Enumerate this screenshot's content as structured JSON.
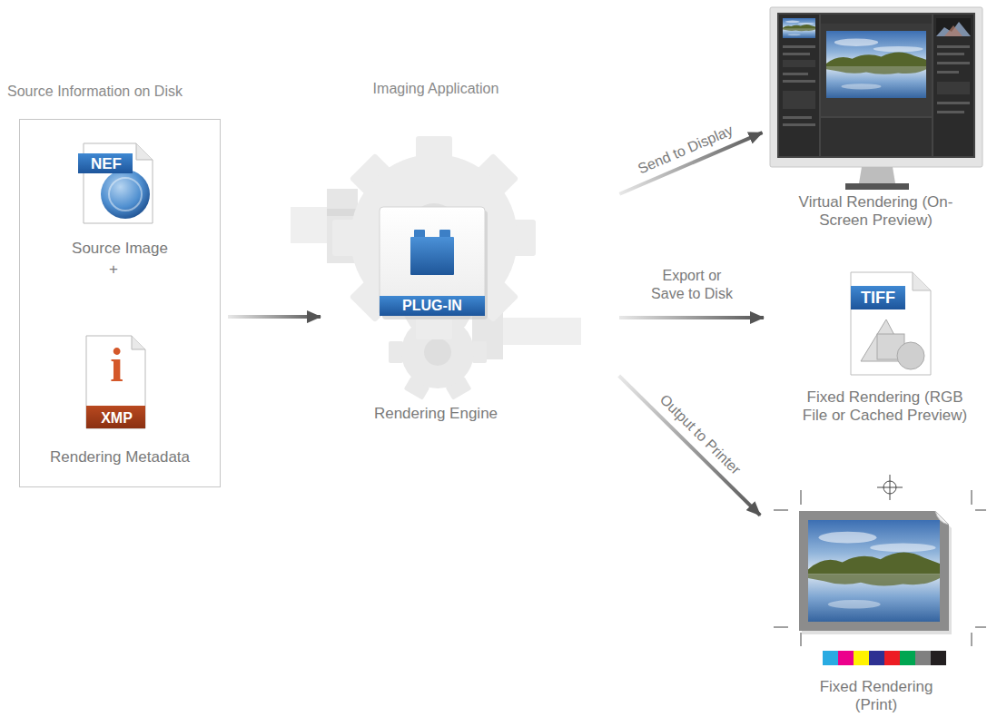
{
  "diagram": {
    "nodes": [
      {
        "text": [
          "Source Information on Disk"
        ]
      },
      {
        "text": [
          "NEF",
          "Source Image"
        ],
        "in": 0
      },
      {
        "text": [
          "i",
          "XMP",
          "Rendering Metadata"
        ],
        "in": 0
      },
      {
        "text": [
          "Imaging Application",
          "PLUG-IN",
          "Rendering Engine"
        ]
      },
      {
        "text": [
          "Virtual Rendering (On-Screen Preview)"
        ]
      },
      {
        "text": [
          "TIFF",
          "Fixed Rendering (RGB File or Cached Preview)"
        ]
      },
      {
        "text": [
          "Fixed Rendering (Print)"
        ]
      }
    ],
    "edges": [
      {
        "from": 0,
        "to": 3,
        "arrow": "to"
      },
      {
        "from": 3,
        "to": 4,
        "label": "Send to Display",
        "arrow": "to"
      },
      {
        "from": 3,
        "to": 5,
        "label": "Export or Save to Disk",
        "arrow": "to"
      },
      {
        "from": 3,
        "to": 6,
        "label": "Output to Printer",
        "arrow": "to"
      }
    ],
    "labels": [
      "+"
    ]
  }
}
